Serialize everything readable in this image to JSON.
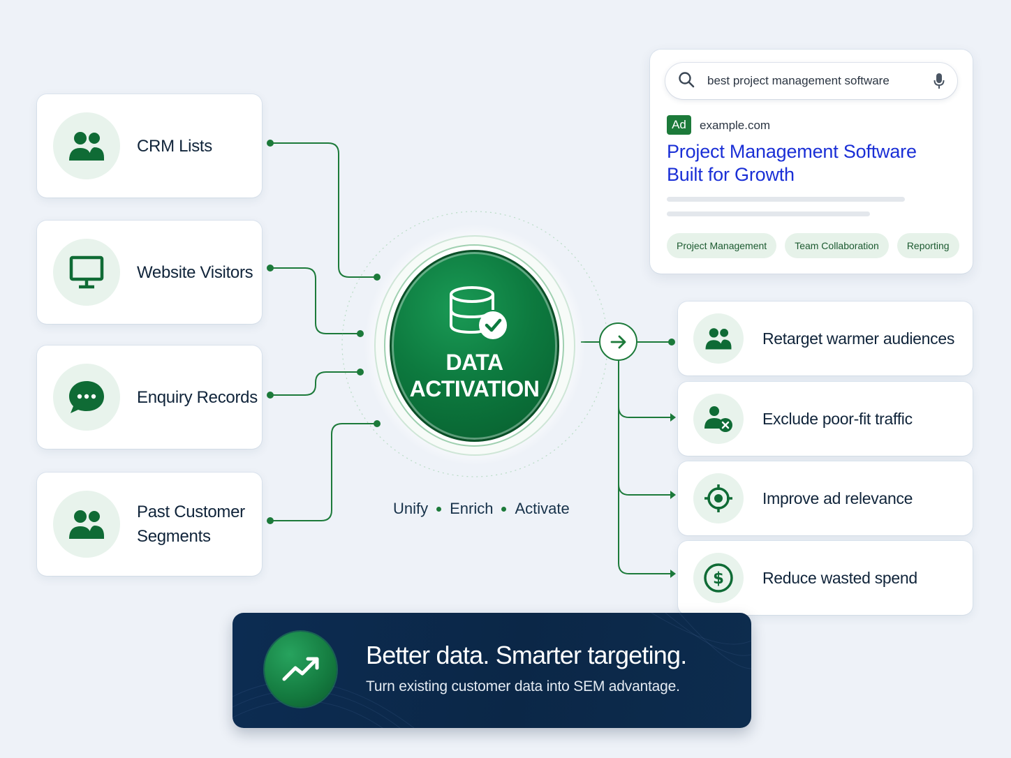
{
  "sources": [
    {
      "label": "CRM Lists",
      "icon": "users-icon"
    },
    {
      "label": "Website Visitors",
      "icon": "monitor-icon"
    },
    {
      "label": "Enquiry Records",
      "icon": "chat-bubble-icon"
    },
    {
      "label": "Past Customer\nSegments",
      "icon": "users-icon"
    }
  ],
  "hub": {
    "title_line1": "DATA",
    "title_line2": "ACTIVATION",
    "icon": "database-check-icon",
    "tagline": [
      "Unify",
      "Enrich",
      "Activate"
    ]
  },
  "search_ad": {
    "query": "best project management software",
    "badge": "Ad",
    "domain": "example.com",
    "title": "Project Management Software Built for Growth",
    "chips": [
      "Project Management",
      "Team Collaboration",
      "Reporting"
    ]
  },
  "outcomes": [
    {
      "label": "Retarget warmer audiences",
      "icon": "users-icon"
    },
    {
      "label": "Exclude poor-fit traffic",
      "icon": "user-exclude-icon"
    },
    {
      "label": "Improve ad relevance",
      "icon": "target-icon"
    },
    {
      "label": "Reduce wasted spend",
      "icon": "dollar-icon"
    }
  ],
  "banner": {
    "title": "Better data. Smarter targeting.",
    "subtitle": "Turn existing customer data into SEM advantage.",
    "icon": "trend-up-icon"
  },
  "colors": {
    "accent_green": "#1c7a3a",
    "dark_navy": "#0b2747",
    "link_blue": "#1a2fd6"
  }
}
